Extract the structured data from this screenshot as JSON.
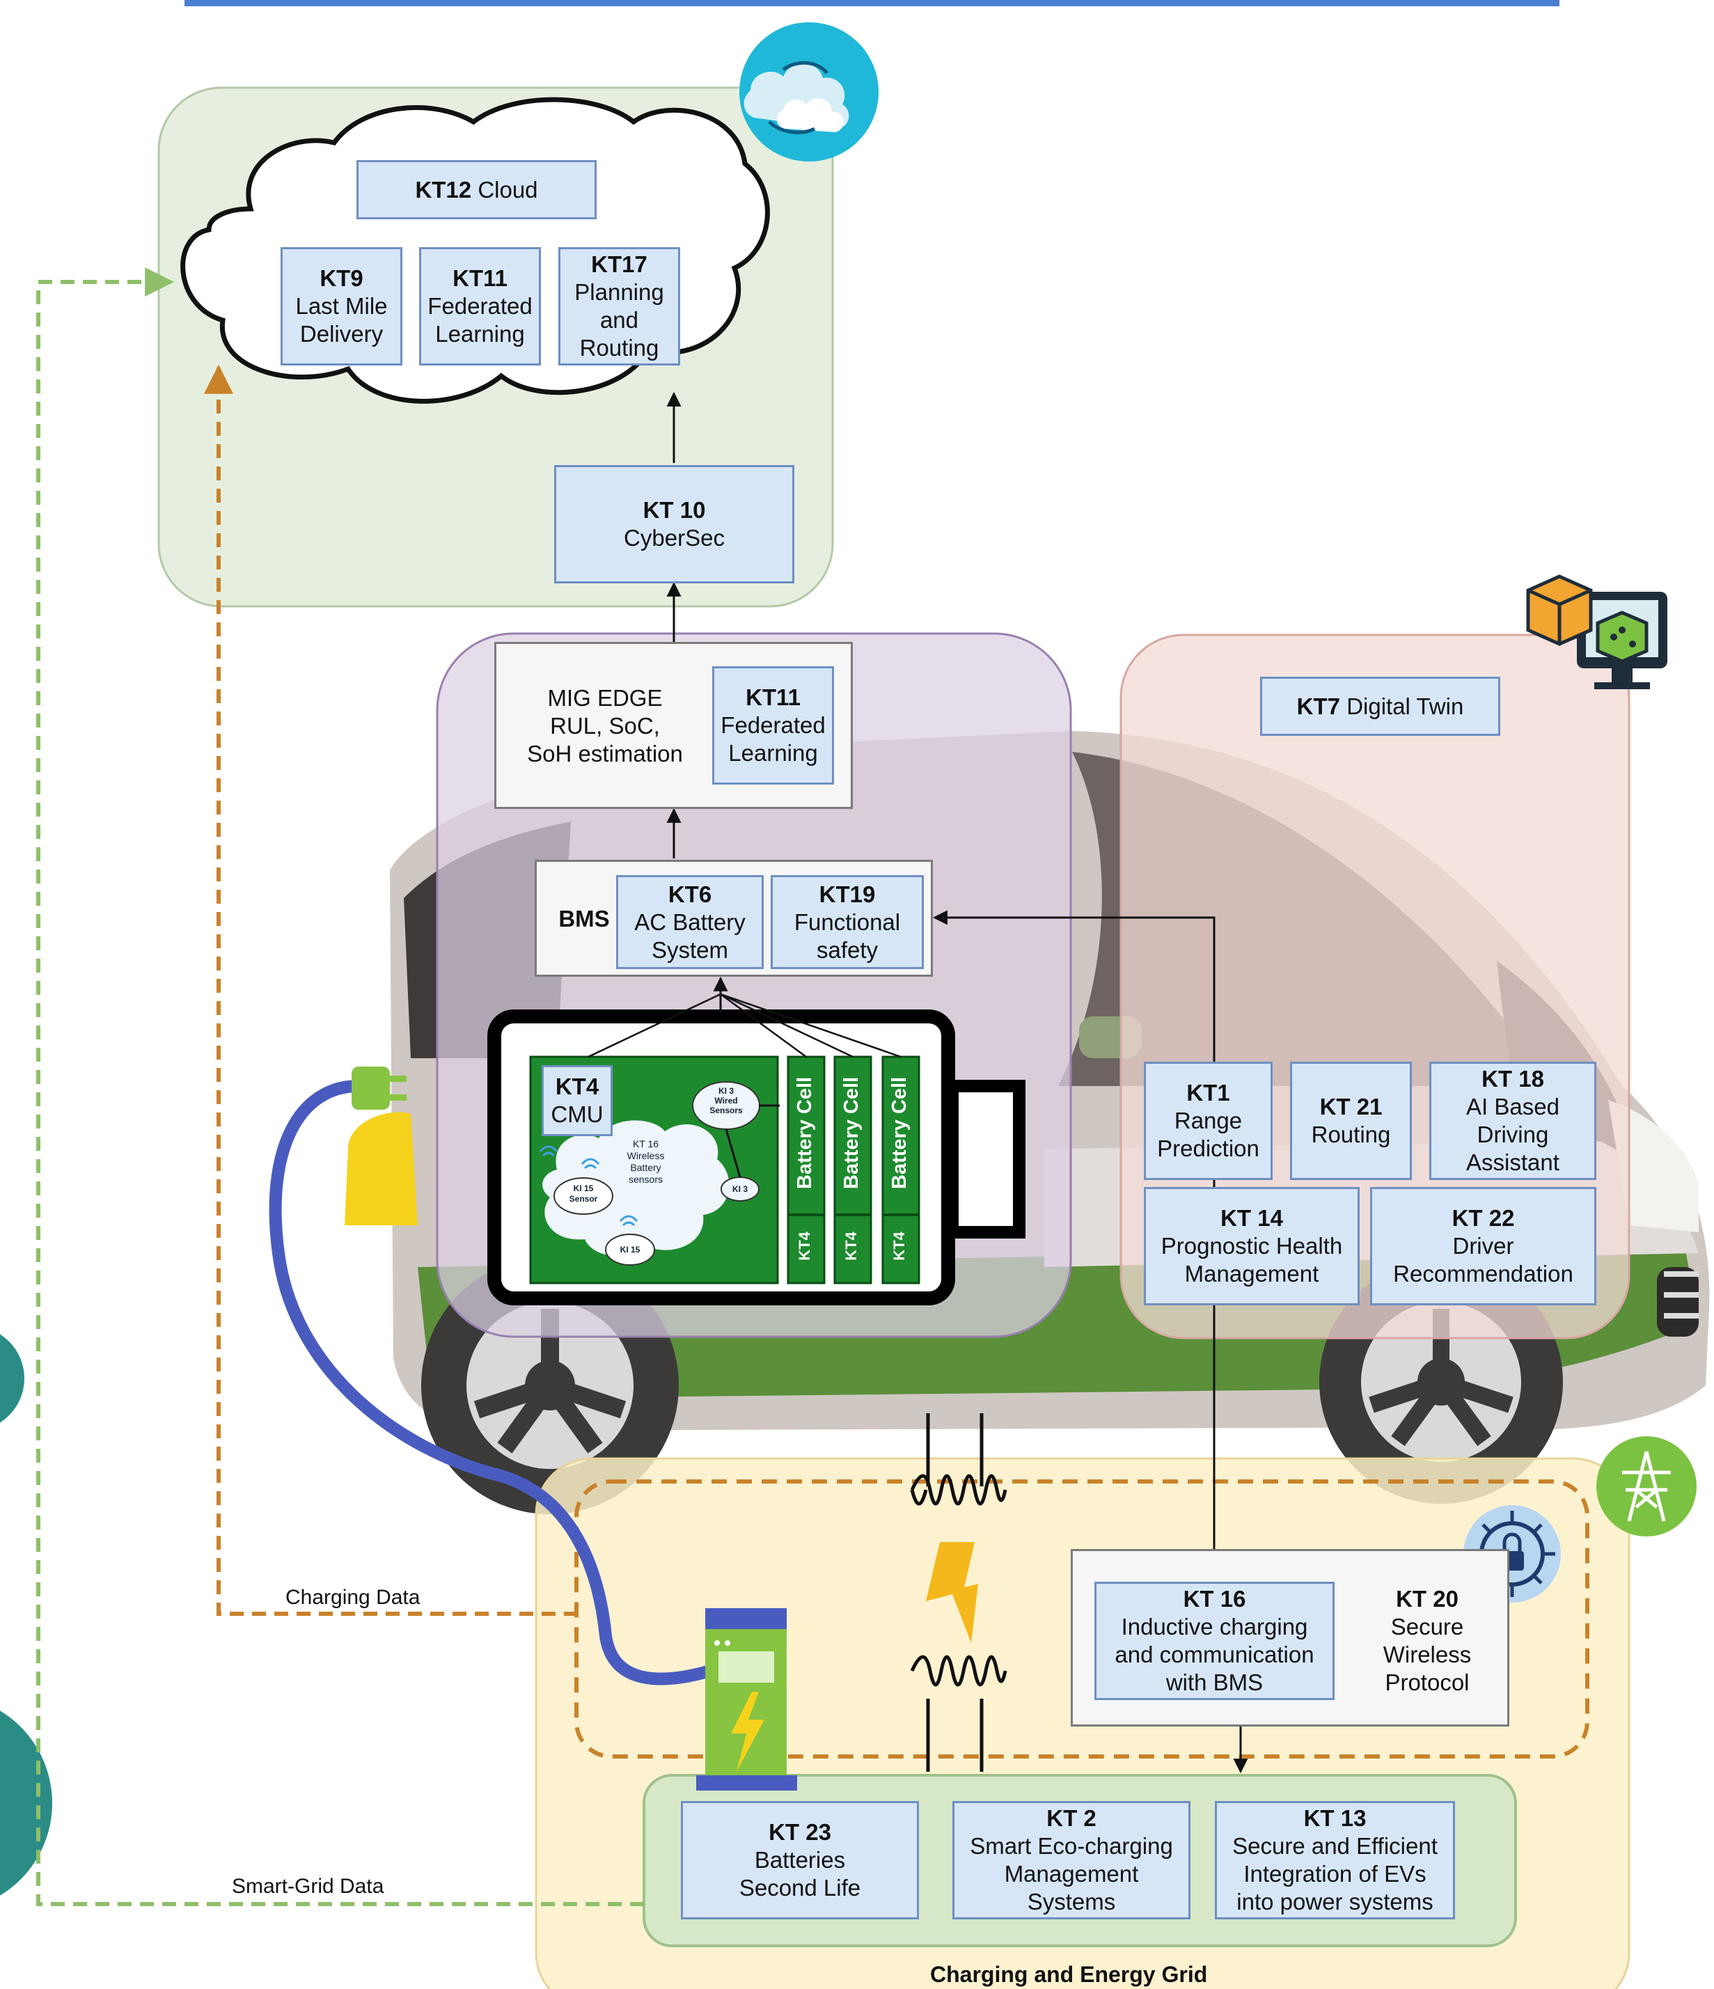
{
  "cloud": {
    "header": {
      "id": "KT12",
      "text": "Cloud"
    },
    "kt9": {
      "id": "KT9",
      "text": "Last Mile\nDelivery"
    },
    "kt11": {
      "id": "KT11",
      "text": "Federated\nLearning"
    },
    "kt17": {
      "id": "KT17",
      "text": "Planning\nand\nRouting"
    }
  },
  "cybersec": {
    "id": "KT 10",
    "text": "CyberSec"
  },
  "edge": {
    "text": "MIG EDGE\nRUL, SoC,\nSoH estimation",
    "kt11": {
      "id": "KT11",
      "text": "Federated\nLearning"
    }
  },
  "bms": {
    "label": "BMS",
    "kt6": {
      "id": "KT6",
      "text": "AC Battery\nSystem"
    },
    "kt19": {
      "id": "KT19",
      "text": "Functional\nsafety"
    }
  },
  "battery": {
    "kt4": {
      "id": "KT4",
      "text": "CMU"
    },
    "ki3_wired": "KI 3\nWired\nSensors",
    "kt16_wireless": "KT 16\nWireless\nBattery\nsensors",
    "ki15_sensor": "KI 15\nSensor",
    "ki3": "KI 3",
    "ki15": "KI 15",
    "cells": [
      "Battery Cell",
      "Battery Cell",
      "Battery Cell"
    ],
    "cell_tags": [
      "KT4",
      "KT4",
      "KT4"
    ]
  },
  "digital_twin": {
    "header": {
      "id": "KT7",
      "text": "Digital Twin"
    },
    "kt1": {
      "id": "KT1",
      "text": "Range\nPrediction"
    },
    "kt21": {
      "id": "KT 21",
      "text": "Routing"
    },
    "kt18": {
      "id": "KT 18",
      "text": "AI Based\nDriving\nAssistant"
    },
    "kt14": {
      "id": "KT 14",
      "text": "Prognostic Health\nManagement"
    },
    "kt22": {
      "id": "KT 22",
      "text": "Driver\nRecommendation"
    }
  },
  "charging": {
    "kt16": {
      "id": "KT 16",
      "text": "Inductive charging\nand communication\nwith BMS"
    },
    "kt20": {
      "id": "KT 20",
      "text": "Secure\nWireless\nProtocol"
    },
    "kt23": {
      "id": "KT 23",
      "text": "Batteries\nSecond Life"
    },
    "kt2": {
      "id": "KT 2",
      "text": "Smart Eco-charging\nManagement\nSystems"
    },
    "kt13": {
      "id": "KT 13",
      "text": "Secure and Efficient\nIntegration of EVs\ninto power systems"
    },
    "grid_label": "Charging and Energy Grid"
  },
  "links": {
    "charging_data": "Charging Data",
    "smart_grid_data": "Smart-Grid Data"
  },
  "colors": {
    "cloud_region": "#e4eedc",
    "edge_region": "#ddd0e3",
    "twin_region": "#f3d9d6",
    "grid_region": "#fbf0c8",
    "grid_inner": "#d7e8c8",
    "box_fill": "#d7e6f7",
    "box_border": "#6e8fc2",
    "battery_green": "#1e8a2e",
    "dash_orange": "#c9822a",
    "dash_green": "#8fbf6a"
  },
  "icons": [
    "cloud-sync-icon",
    "digital-twin-icon",
    "secure-chip-icon",
    "power-tower-icon",
    "charging-station-icon",
    "lightning-icon",
    "plug-icon"
  ]
}
